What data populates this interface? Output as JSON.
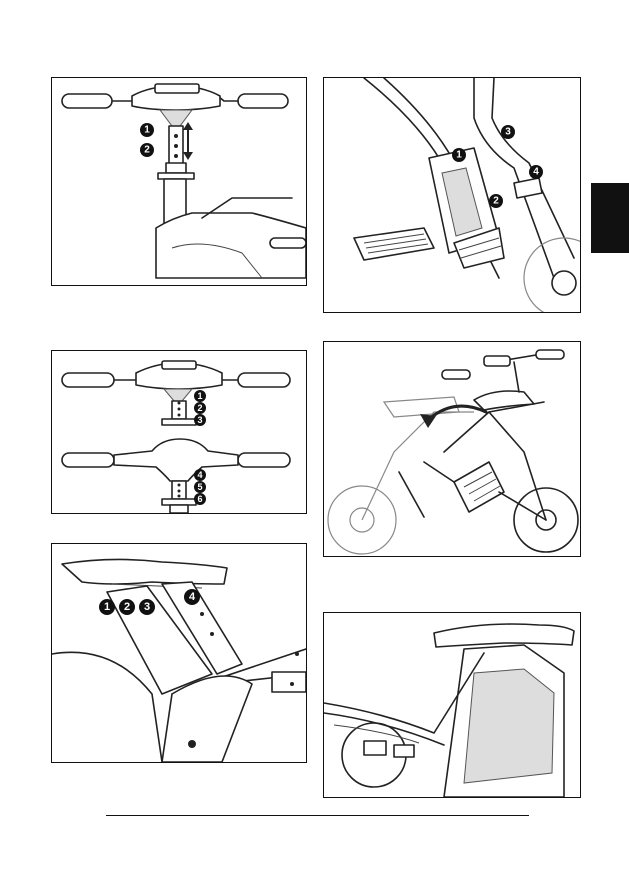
{
  "page": {
    "section_tab_color": "#111111"
  },
  "figures": [
    {
      "id": "fig-handlebar-height",
      "markers": [
        "1",
        "2"
      ],
      "icons": [
        "up-down-arrow-icon"
      ]
    },
    {
      "id": "fig-frame-latches",
      "markers": [
        "1",
        "2",
        "3",
        "4"
      ]
    },
    {
      "id": "fig-handlebar-screws",
      "markers": [
        "1",
        "2",
        "3",
        "4",
        "5",
        "6"
      ]
    },
    {
      "id": "fig-folding-bike",
      "icons": [
        "curved-arrow-icon"
      ]
    },
    {
      "id": "fig-seat-post",
      "markers": [
        "1",
        "2",
        "3",
        "4"
      ]
    },
    {
      "id": "fig-seat-battery"
    }
  ]
}
